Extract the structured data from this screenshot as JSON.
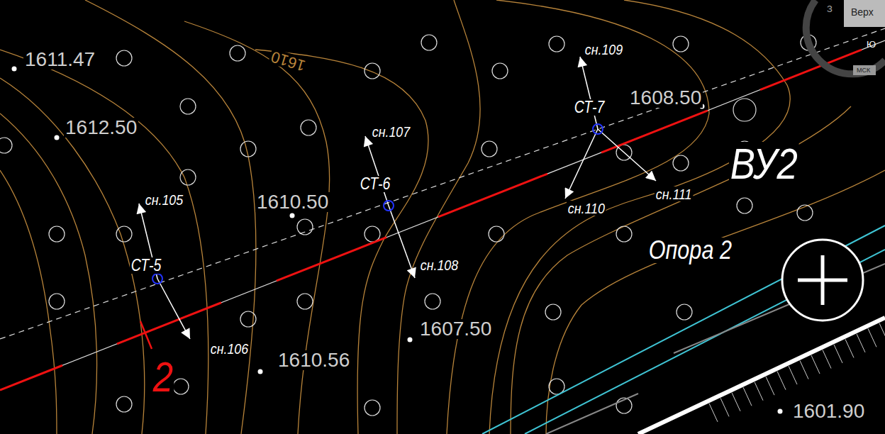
{
  "diagram": {
    "labels": [
      "1611.47",
      "1610",
      "1612.50",
      "сн.105",
      "1610.50",
      "СТ-5",
      "сн.106",
      "1610.56",
      "2",
      "сн.107",
      "СТ-6",
      "сн.108",
      "1607.50",
      "сн.109",
      "СТ-7",
      "1608.50",
      "сн.110",
      "сн.111",
      "ВУ2",
      "Опора 2",
      "1601.90",
      "Верх",
      "З",
      "Ю",
      "МСК"
    ]
  }
}
